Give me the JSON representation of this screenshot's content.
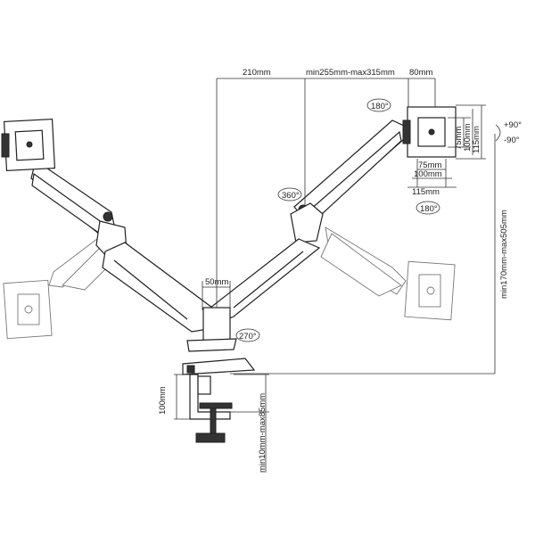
{
  "dimensions": {
    "d_210": "210mm",
    "d_reach": "min255mm-max315mm",
    "d_80": "80mm",
    "d_75v": "75mm",
    "d_100v": "100mm",
    "d_115v": "115mm",
    "d_75h": "75mm",
    "d_100h": "100mm",
    "d_115h": "115mm",
    "d_height": "min170mm-max505mm",
    "d_50": "50mm",
    "d_clamp_100": "100mm",
    "d_clamp_range": "min10mm-max85mm"
  },
  "angles": {
    "rot_top": "180°",
    "rot_bottom": "180°",
    "swivel_360": "360°",
    "swivel_270": "270°",
    "tilt_plus": "+90°",
    "tilt_minus": "-90°"
  }
}
